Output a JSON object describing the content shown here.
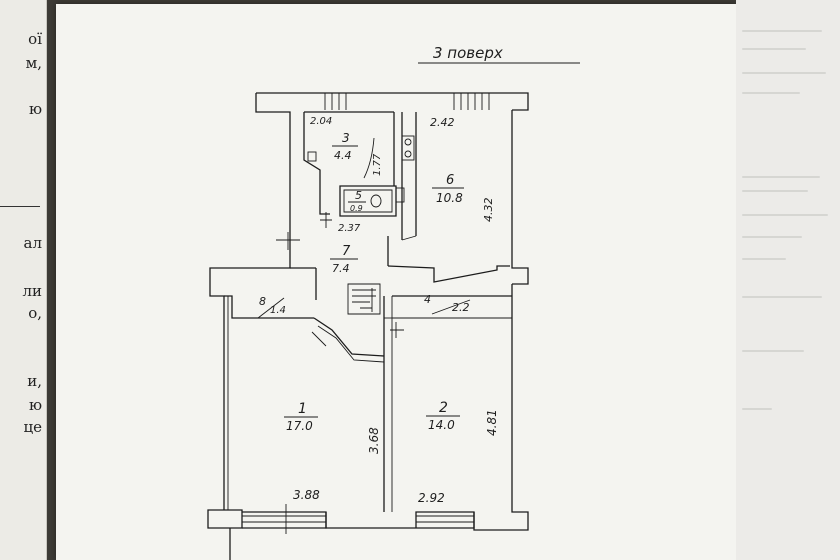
{
  "left_fragments": [
    "ої",
    "м,",
    "ю",
    "ал",
    "ли",
    "о,",
    "и,",
    "ю",
    "це"
  ],
  "plan": {
    "title": "3 поверх",
    "rooms": [
      {
        "no": "1",
        "area": "17.0"
      },
      {
        "no": "2",
        "area": "14.0"
      },
      {
        "no": "3",
        "area": "4.4"
      },
      {
        "no": "4",
        "area": "2.2"
      },
      {
        "no": "5",
        "area": "0.9"
      },
      {
        "no": "6",
        "area": "10.8"
      },
      {
        "no": "7",
        "area": "7.4"
      },
      {
        "no": "8",
        "area": "1.4"
      }
    ],
    "dimensions": [
      "2.04",
      "1.77",
      "2.42",
      "4.32",
      "2.37",
      "3.68",
      "4.81",
      "3.88",
      "2.92"
    ]
  },
  "colors": {
    "ink": "#1c1c1c",
    "paper": "#f4f4f0",
    "background": "#3d3b36"
  }
}
